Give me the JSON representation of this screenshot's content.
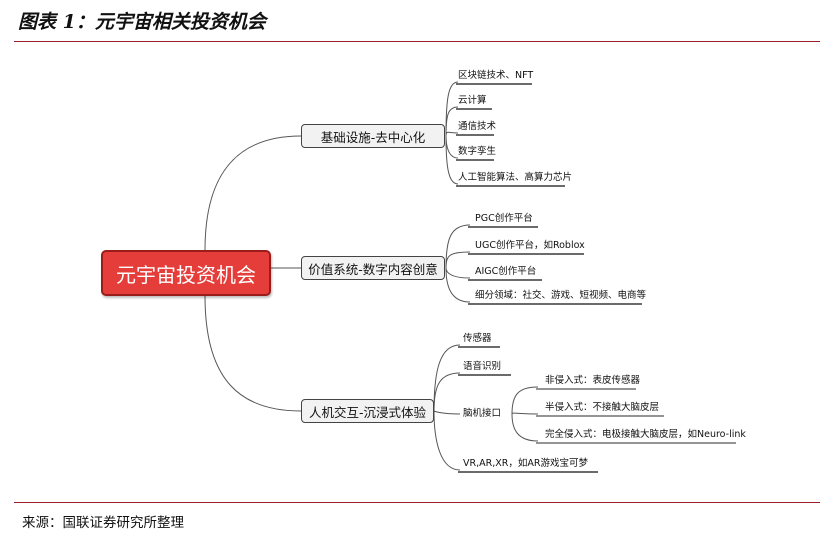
{
  "figure": {
    "title": "图表 1：元宇宙相关投资机会",
    "source": "来源：国联证券研究所整理"
  },
  "mindmap": {
    "root": "元宇宙投资机会",
    "branches": [
      {
        "label": "基础设施-去中心化",
        "children": [
          "区块链技术、NFT",
          "云计算",
          "通信技术",
          "数字孪生",
          "人工智能算法、高算力芯片"
        ]
      },
      {
        "label": "价值系统-数字内容创意",
        "children": [
          "PGC创作平台",
          "UGC创作平台，如Roblox",
          "AIGC创作平台",
          "细分领域：社交、游戏、短视频、电商等"
        ]
      },
      {
        "label": "人机交互-沉浸式体验",
        "children": [
          {
            "label": "传感器"
          },
          {
            "label": "语音识别"
          },
          {
            "label": "脑机接口",
            "children": [
              "非侵入式：表皮传感器",
              "半侵入式：不接触大脑皮层",
              "完全侵入式：电极接触大脑皮层，如Neuro-link"
            ]
          },
          {
            "label": "VR,AR,XR，如AR游戏宝可梦"
          }
        ]
      }
    ]
  }
}
